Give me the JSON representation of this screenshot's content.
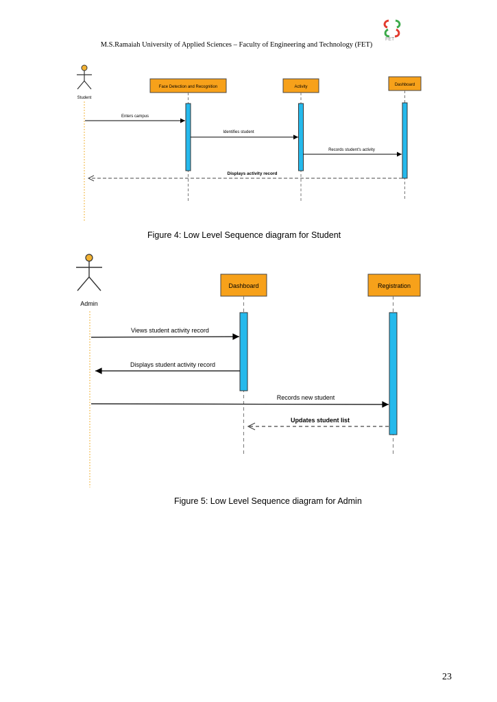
{
  "header": {
    "institution": "M.S.Ramaiah University of Applied Sciences – Faculty of Engineering and Technology (FET)",
    "logo_text": "FET"
  },
  "figure4": {
    "actor": "Student",
    "lifelines": [
      "Face Detection and Recognition",
      "Activity",
      "Dashboard"
    ],
    "messages": [
      {
        "label": "Enters campus",
        "type": "sync"
      },
      {
        "label": "Identifies student",
        "type": "sync"
      },
      {
        "label": "Records student's activity",
        "type": "sync"
      },
      {
        "label": "Displays activity record",
        "type": "return"
      }
    ],
    "caption": "Figure 4: Low Level Sequence diagram for Student"
  },
  "figure5": {
    "actor": "Admin",
    "lifelines": [
      "Dashboard",
      "Registration"
    ],
    "messages": [
      {
        "label": "Views student activity record",
        "type": "sync"
      },
      {
        "label": "Displays student activity record",
        "type": "sync"
      },
      {
        "label": "Records new student",
        "type": "sync"
      },
      {
        "label": "Updates student list",
        "type": "return"
      }
    ],
    "caption": "Figure 5: Low Level Sequence diagram for Admin"
  },
  "page_number": "23",
  "colors": {
    "lifeline_box": "#F7A11A",
    "activation": "#25B9EC",
    "actor_lifeline": "#F2B233"
  }
}
